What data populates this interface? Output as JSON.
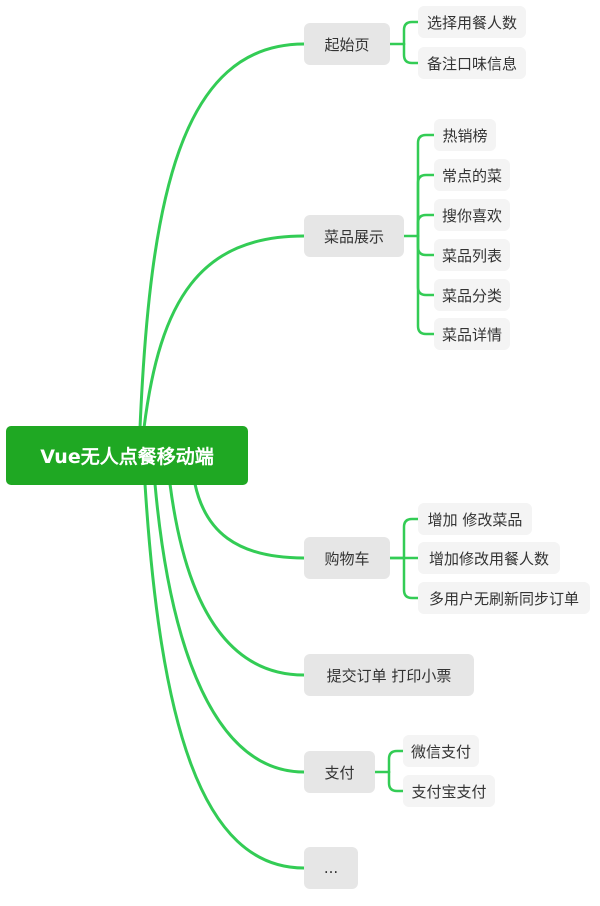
{
  "root": {
    "label": "Vue无人点餐移动端"
  },
  "branches": [
    {
      "label": "起始页",
      "children": [
        "选择用餐人数",
        "备注口味信息"
      ]
    },
    {
      "label": "菜品展示",
      "children": [
        "热销榜",
        "常点的菜",
        "搜你喜欢",
        "菜品列表",
        "菜品分类",
        "菜品详情"
      ]
    },
    {
      "label": "购物车",
      "children": [
        "增加 修改菜品",
        "增加修改用餐人数",
        "多用户无刷新同步订单"
      ]
    },
    {
      "label": "提交订单 打印小票",
      "children": []
    },
    {
      "label": "支付",
      "children": [
        "微信支付",
        "支付宝支付"
      ]
    },
    {
      "label": "...",
      "children": []
    }
  ],
  "colors": {
    "root_fill": "#1fa823",
    "connector": "#33cc55",
    "branch_fill": "#e6e6e6",
    "leaf_fill": "#f4f4f4"
  }
}
